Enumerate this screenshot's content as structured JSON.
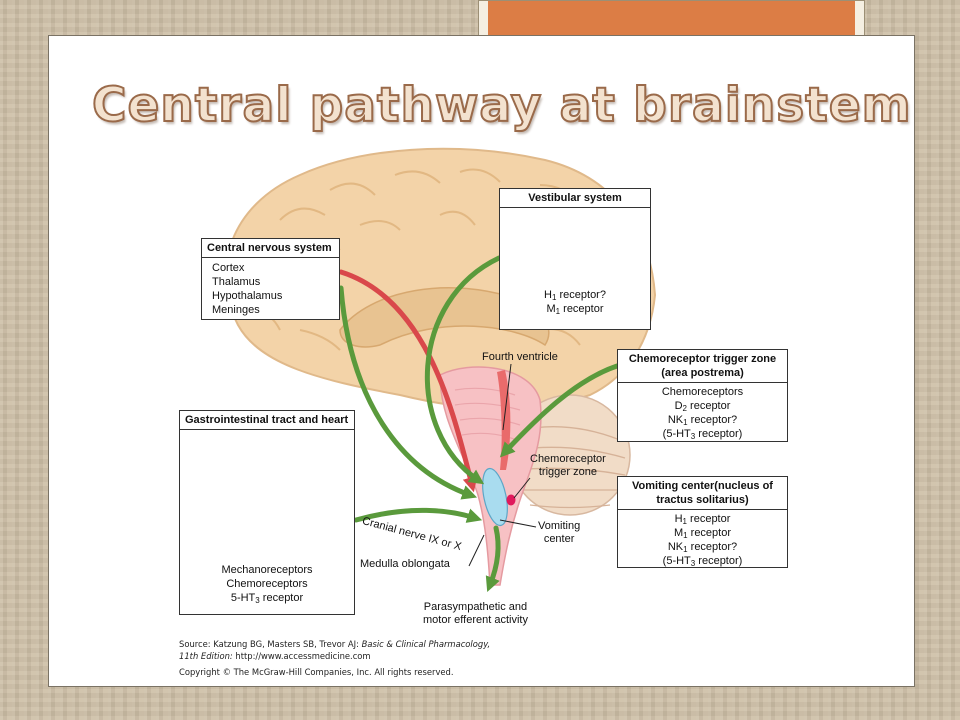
{
  "title": "Central pathway at brainstem",
  "boxes": {
    "cns": {
      "title": "Central nervous system",
      "items": [
        "Cortex",
        "Thalamus",
        "Hypothalamus",
        "Meninges"
      ]
    },
    "vestibular": {
      "title": "Vestibular system",
      "receptors": [
        [
          "H",
          "1",
          " receptor?"
        ],
        [
          "M",
          "1",
          " receptor"
        ]
      ]
    },
    "ctz": {
      "title_lines": [
        "Chemoreceptor trigger zone",
        "(area postrema)"
      ],
      "receptors": [
        [
          "Chemoreceptors",
          "",
          ""
        ],
        [
          "D",
          "2",
          " receptor"
        ],
        [
          "NK",
          "1",
          " receptor?"
        ],
        [
          "(5-HT",
          "3",
          " receptor)"
        ]
      ]
    },
    "vomiting": {
      "title_lines": [
        "Vomiting center(nucleus of",
        "tractus solitarius)"
      ],
      "receptors": [
        [
          "H",
          "1",
          " receptor"
        ],
        [
          "M",
          "1",
          " receptor"
        ],
        [
          "NK",
          "1",
          " receptor?"
        ],
        [
          "(5-HT",
          "3",
          " receptor)"
        ]
      ]
    },
    "gi": {
      "title": "Gastrointestinal tract and heart",
      "receptors": [
        [
          "Mechanoreceptors",
          "",
          ""
        ],
        [
          "Chemoreceptors",
          "",
          ""
        ],
        [
          "5-HT",
          "3",
          " receptor"
        ]
      ]
    }
  },
  "labels": {
    "fourth_ventricle": "Fourth ventricle",
    "ctz_lines": [
      "Chemoreceptor",
      "trigger zone"
    ],
    "vc_lines": [
      "Vomiting",
      "center"
    ],
    "cranial_nerve": "Cranial nerve IX or X",
    "medulla": "Medulla oblongata",
    "parasympathetic_lines": [
      "Parasympathetic and",
      "motor efferent activity"
    ]
  },
  "source": {
    "line1_prefix": "Source: Katzung BG, Masters SB, Trevor AJ: ",
    "line1_italic": "Basic & Clinical Pharmacology,",
    "line2_italic": "11th Edition:",
    "line2_rest": " http://www.accessmedicine.com",
    "copyright": "Copyright © The McGraw-Hill Companies, Inc. All rights reserved."
  },
  "colors": {
    "accent_orange": "#dc7d45",
    "pathway_green": "#5a9a3c",
    "pathway_red": "#d9484b",
    "brain": "#f3d3a8"
  }
}
